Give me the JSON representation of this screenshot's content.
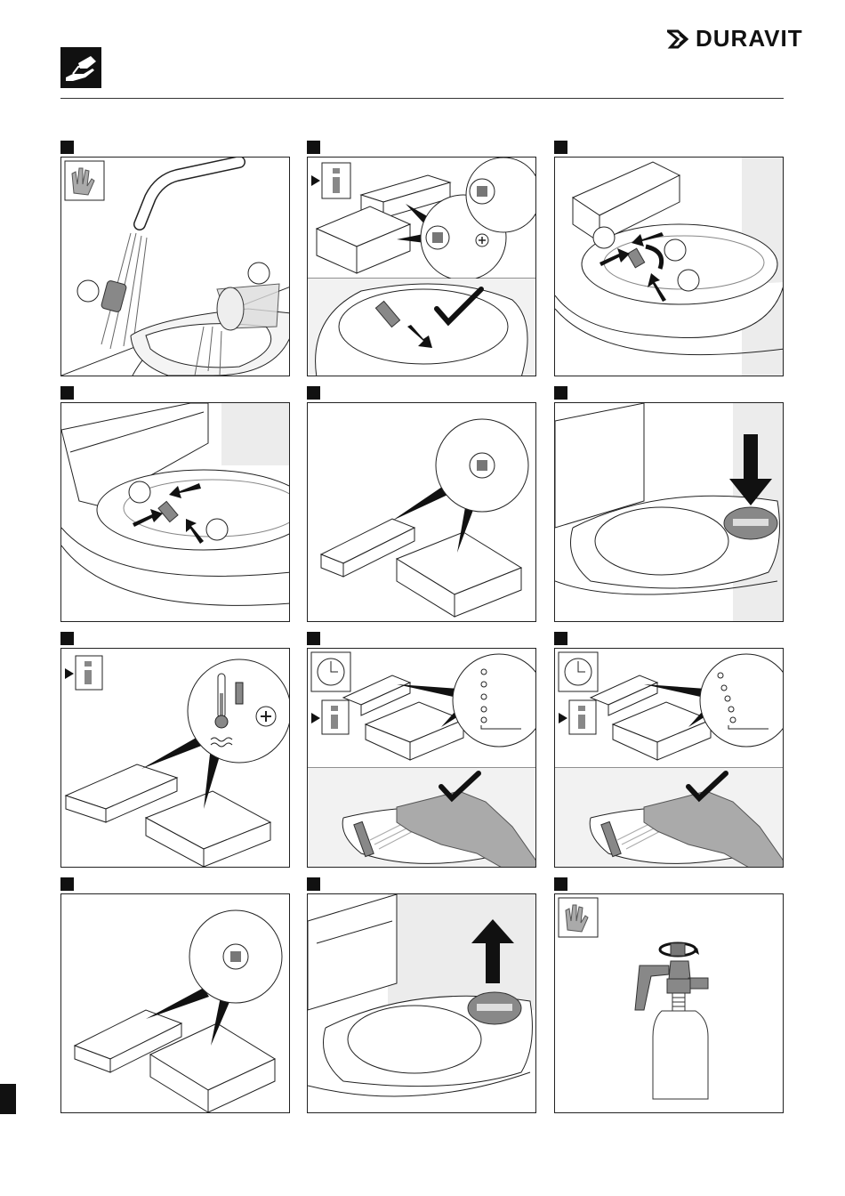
{
  "header": {
    "icon": "cleaning-hand-icon",
    "brand": "DURAVIT",
    "brand_mark": "duravit-logo-icon"
  },
  "panels": [
    {
      "id": "step-1",
      "icons": [
        "gloves-icon",
        "tap-icon",
        "nozzle-icon",
        "cup-icon"
      ]
    },
    {
      "id": "step-2",
      "icons": [
        "info-icon",
        "remote-control-icon",
        "seat-panel-icon",
        "button-icon",
        "checkmark-icon",
        "arrow-icon"
      ]
    },
    {
      "id": "step-3",
      "icons": [
        "nozzle-icon",
        "arrow-icon",
        "rotate-icon"
      ]
    },
    {
      "id": "step-4",
      "icons": [
        "nozzle-icon",
        "arrow-icon"
      ]
    },
    {
      "id": "step-5",
      "icons": [
        "remote-control-icon",
        "seat-panel-icon",
        "button-icon"
      ]
    },
    {
      "id": "step-6",
      "icons": [
        "arrow-down-icon",
        "filter-cover-icon"
      ]
    },
    {
      "id": "step-7",
      "icons": [
        "info-icon",
        "thermometer-icon",
        "plus-icon",
        "remote-control-icon",
        "seat-panel-icon"
      ]
    },
    {
      "id": "step-8",
      "icons": [
        "clock-icon",
        "info-icon",
        "level-indicator-icon",
        "hand-icon",
        "checkmark-icon"
      ]
    },
    {
      "id": "step-9",
      "icons": [
        "clock-icon",
        "info-icon",
        "level-indicator-icon",
        "hand-icon",
        "checkmark-icon"
      ]
    },
    {
      "id": "step-10",
      "icons": [
        "remote-control-icon",
        "seat-panel-icon",
        "button-icon"
      ]
    },
    {
      "id": "step-11",
      "icons": [
        "arrow-up-icon",
        "filter-cover-icon"
      ]
    },
    {
      "id": "step-12",
      "icons": [
        "gloves-icon",
        "spray-bottle-icon"
      ]
    }
  ],
  "colors": {
    "ink": "#1a1a1a",
    "shade": "#e9e9e9",
    "grey_part": "#888888"
  }
}
